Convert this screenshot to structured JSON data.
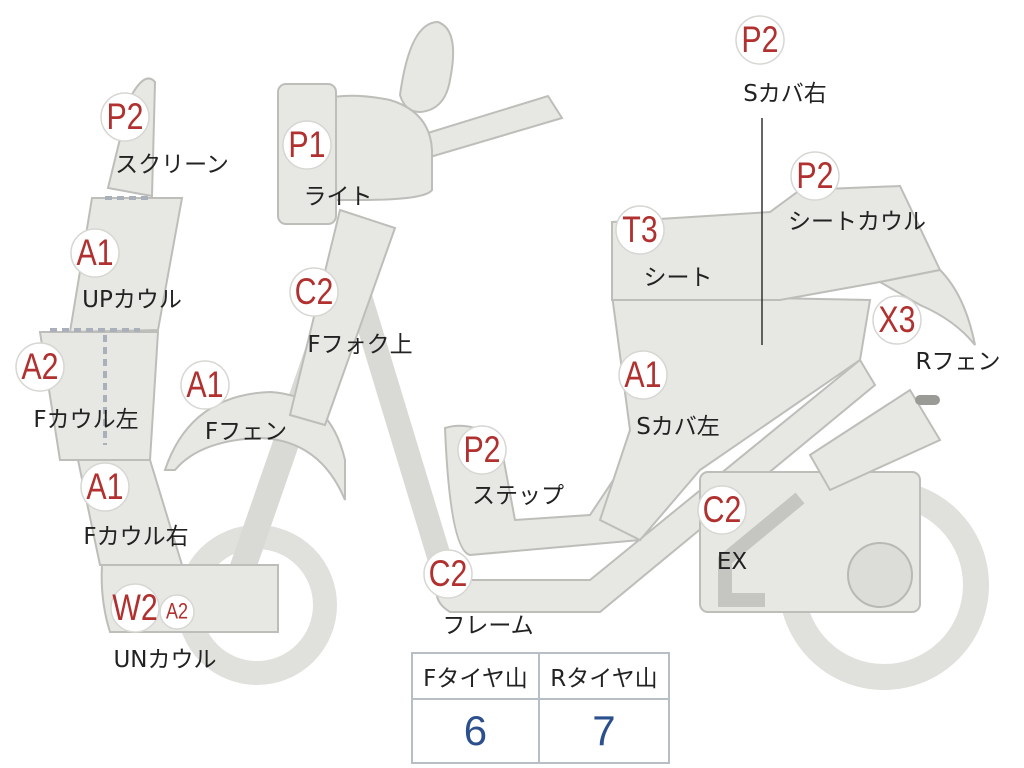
{
  "parts": [
    {
      "id": "screen",
      "code": "P2",
      "label": "スクリーン"
    },
    {
      "id": "light",
      "code": "P1",
      "label": "ライト"
    },
    {
      "id": "up-cowl",
      "code": "A1",
      "label": "UPカウル"
    },
    {
      "id": "f-fork-upper",
      "code": "C2",
      "label": "Fフォク上"
    },
    {
      "id": "f-cowl-left",
      "code": "A2",
      "label": "Fカウル左"
    },
    {
      "id": "f-fender",
      "code": "A1",
      "label": "Fフェン"
    },
    {
      "id": "f-cowl-right",
      "code": "A1",
      "label": "Fカウル右"
    },
    {
      "id": "un-cowl",
      "code": "W2",
      "code2": "A2",
      "label": "UNカウル"
    },
    {
      "id": "step",
      "code": "P2",
      "label": "ステップ"
    },
    {
      "id": "frame",
      "code": "C2",
      "label": "フレーム"
    },
    {
      "id": "s-cover-right",
      "code": "P2",
      "label": "Sカバ右"
    },
    {
      "id": "seat-cowl",
      "code": "P2",
      "label": "シートカウル"
    },
    {
      "id": "seat",
      "code": "T3",
      "label": "シート"
    },
    {
      "id": "r-fender",
      "code": "X3",
      "label": "Rフェン"
    },
    {
      "id": "s-cover-left",
      "code": "A1",
      "label": "Sカバ左"
    },
    {
      "id": "exhaust",
      "code": "C2",
      "label": "EX"
    }
  ],
  "tyre_table": {
    "headers": [
      "Fタイヤ山",
      "Rタイヤ山"
    ],
    "values": [
      "6",
      "7"
    ]
  },
  "colors": {
    "code_text": "#b0312f",
    "table_value": "#2c4f8e",
    "part_fill": "#e7e7e4"
  }
}
